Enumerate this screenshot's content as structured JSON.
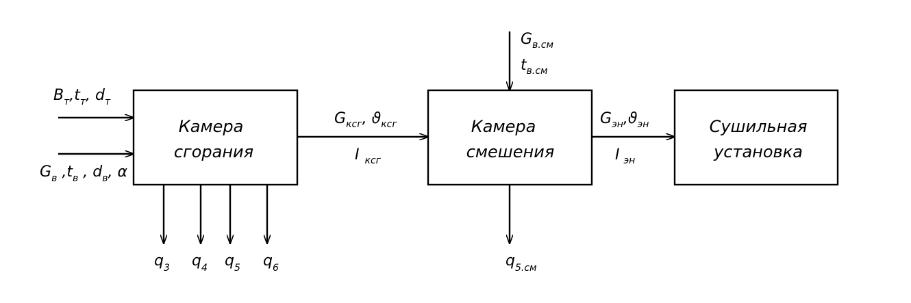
{
  "blocks": {
    "combustion": {
      "line1": "Камера",
      "line2": "сгорания"
    },
    "mixing": {
      "line1": "Камера",
      "line2": "смешения"
    },
    "dryer": {
      "line1": "Сушильная",
      "line2": "установка"
    }
  },
  "inputs": {
    "fuel": {
      "B": "B",
      "B_sub": "т",
      "t": "t",
      "t_sub": "т",
      "d": "d",
      "d_sub": "т"
    },
    "air": {
      "G": "G",
      "G_sub": "в",
      "t": "t",
      "t_sub": "в",
      "d": "d",
      "d_sub": "в",
      "alpha": "α"
    }
  },
  "flow_combustion_to_mixing": {
    "G": "G",
    "G_sub": "ксг",
    "v": "ϑ",
    "v_sub": "ксг",
    "I": "I",
    "I_sub": "ксг"
  },
  "flow_mixing_to_dryer": {
    "G": "G",
    "G_sub": "эн",
    "v": "ϑ",
    "v_sub": "эн",
    "I": "I",
    "I_sub": "эн"
  },
  "mix_air_input": {
    "G": "G",
    "G_sub": "в.см",
    "t": "t",
    "t_sub": "в.см"
  },
  "losses": {
    "q3": {
      "q": "q",
      "sub": "3"
    },
    "q4": {
      "q": "q",
      "sub": "4"
    },
    "q5": {
      "q": "q",
      "sub": "5"
    },
    "q6": {
      "q": "q",
      "sub": "6"
    },
    "q5cm": {
      "q": "q",
      "sub": "5.см"
    }
  }
}
